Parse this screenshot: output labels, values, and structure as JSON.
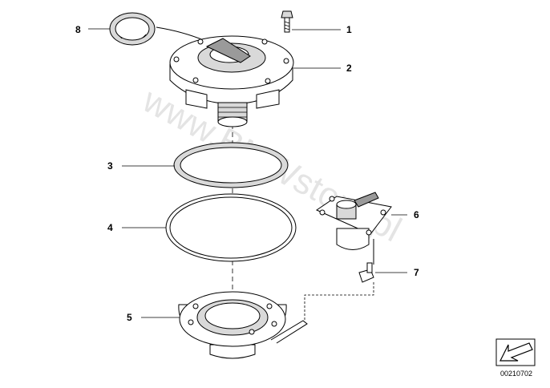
{
  "callouts": [
    "1",
    "2",
    "3",
    "4",
    "5",
    "6",
    "7",
    "8"
  ],
  "watermark": "www.BMWstore.pl",
  "reference_number": "00210702",
  "icons": {
    "arrow_box": "arrow-box-icon"
  },
  "colors": {
    "line": "#000000",
    "part_fill": "#ffffff",
    "shade_fill": "#d9d9d9",
    "watermark": "#cfcfcf"
  }
}
